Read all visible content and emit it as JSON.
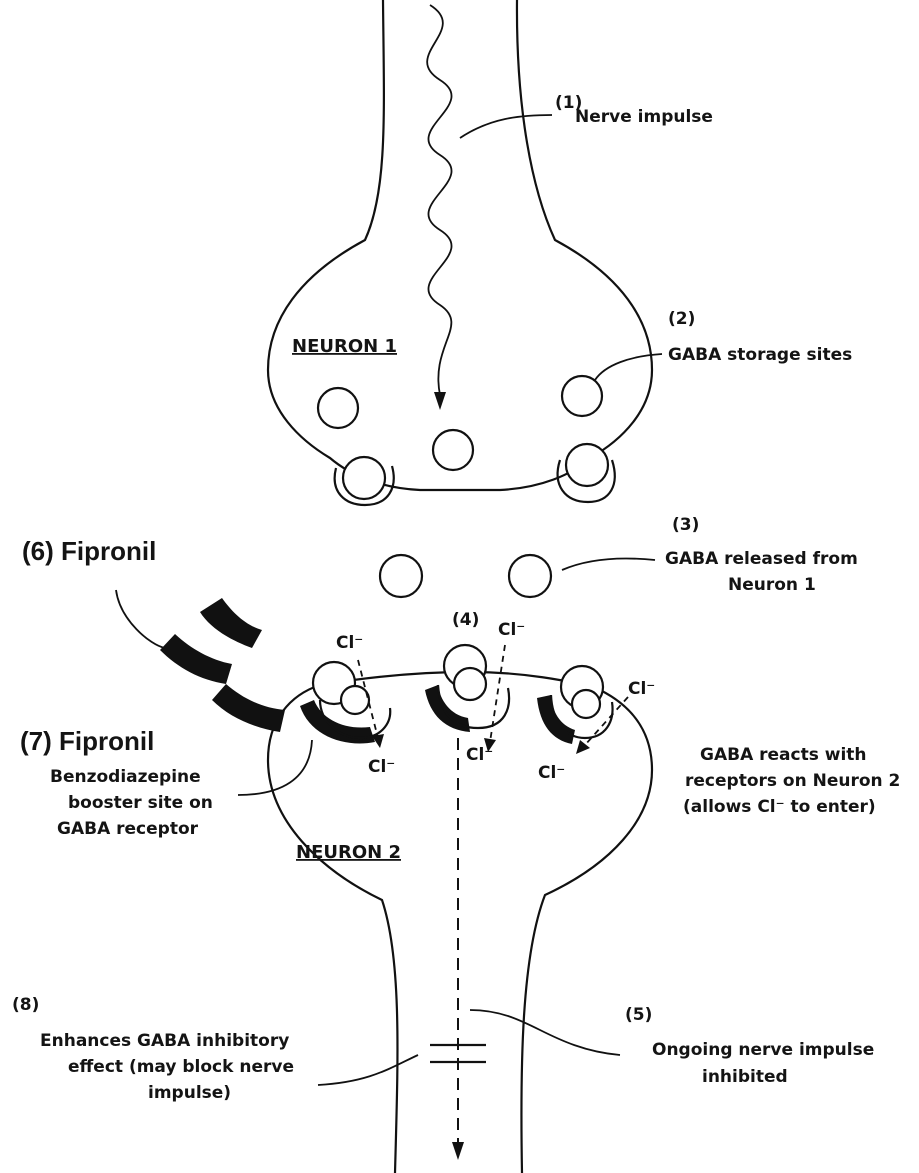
{
  "neurons": {
    "neuron1": "NEURON 1",
    "neuron2": "NEURON 2"
  },
  "steps": {
    "s1_num": "(1)",
    "s1_text": "Nerve impulse",
    "s2_num": "(2)",
    "s2_text": "GABA storage sites",
    "s3_num": "(3)",
    "s3_line1": "GABA released from",
    "s3_line2": "Neuron 1",
    "s4_num": "(4)",
    "s4_line1": "GABA reacts with",
    "s4_line2": "receptors on Neuron 2",
    "s4_line3": "(allows Cl⁻ to enter)",
    "s5_num": "(5)",
    "s5_line1": "Ongoing nerve impulse",
    "s5_line2": "inhibited",
    "s6": "(6) Fipronil",
    "s7": "(7) Fipronil",
    "s7_line1": "Benzodiazepine",
    "s7_line2": "booster site on",
    "s7_line3": "GABA receptor",
    "s8_num": "(8)",
    "s8_line1": "Enhances GABA inhibitory",
    "s8_line2": "effect (may block nerve",
    "s8_line3": "impulse)"
  },
  "ions": {
    "cl": "Cl⁻"
  }
}
